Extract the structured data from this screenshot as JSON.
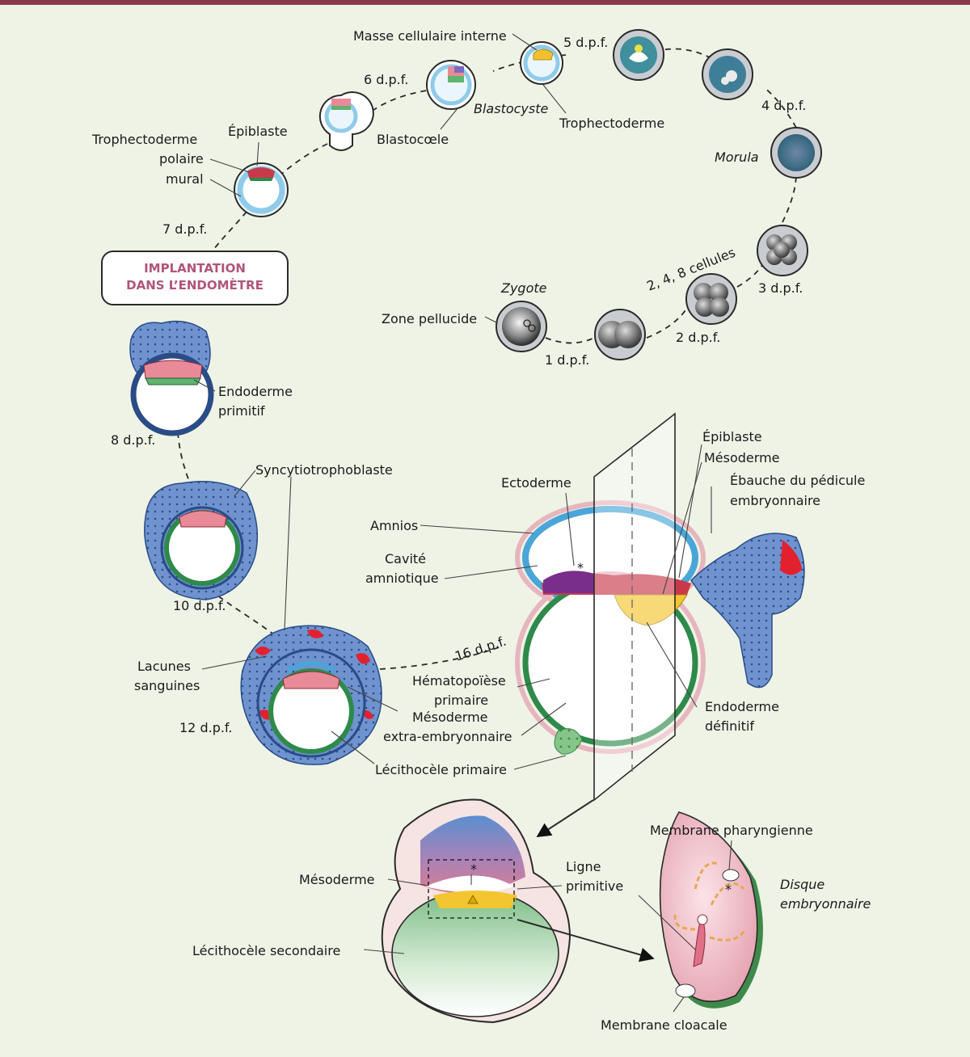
{
  "labels": {
    "masse_cellulaire_interne": "Masse cellulaire interne",
    "d5": "5 d.p.f.",
    "d6": "6 d.p.f.",
    "d4": "4 d.p.f.",
    "d3": "3 d.p.f.",
    "d2": "2 d.p.f.",
    "d1": "1 d.p.f.",
    "d7": "7 d.p.f.",
    "d8": "8 d.p.f.",
    "d10": "10 d.p.f.",
    "d12": "12 d.p.f.",
    "d16": "16 d.p.f.",
    "blastocyste": "Blastocyste",
    "trophectoderme": "Trophectoderme",
    "blastocoele": "Blastocœle",
    "epiblaste_top": "Épiblaste",
    "trophectoderme_l1": "Trophectoderme",
    "polaire": "polaire",
    "mural": "mural",
    "morula": "Morula",
    "cells_248": "2, 4, 8 cellules",
    "zygote": "Zygote",
    "zone_pellucide": "Zone pellucide",
    "implantation_l1": "IMPLANTATION",
    "implantation_l2": "DANS L’ENDOMÈTRE",
    "endoderme_primitif_l1": "Endoderme",
    "endoderme_primitif_l2": "primitif",
    "syncytiotrophoblaste": "Syncytiotrophoblaste",
    "ectoderme": "Ectoderme",
    "amnios": "Amnios",
    "cavite_l1": "Cavité",
    "cavite_l2": "amniotique",
    "lacunes_l1": "Lacunes",
    "lacunes_l2": "sanguines",
    "hemato_l1": "Hématopoïèse",
    "hemato_l2": "primaire",
    "mesoderme_extra_l1": "Mésoderme",
    "mesoderme_extra_l2": "extra-embryonnaire",
    "lecithocele_primaire": "Lécithocèle primaire",
    "epiblaste_right": "Épiblaste",
    "mesoderme_right": "Mésoderme",
    "ebauche_l1": "Ébauche du pédicule",
    "ebauche_l2": "embryonnaire",
    "endoderme_def_l1": "Endoderme",
    "endoderme_def_l2": "définitif",
    "membrane_pharyngienne": "Membrane pharyngienne",
    "disque_l1": "Disque",
    "disque_l2": "embryonnaire",
    "mesoderme_bottom": "Mésoderme",
    "ligne_l1": "Ligne",
    "ligne_l2": "primitive",
    "lecithocele_secondaire": "Lécithocèle secondaire",
    "membrane_cloacale": "Membrane cloacale",
    "asterisk": "*"
  },
  "colors": {
    "background": "#eef3e6",
    "header_bar": "#8a3a4e",
    "trophoblast_blue": "#5b82c3",
    "epiblast_red": "#c83a4a",
    "hypoblast_green": "#2f8a4a",
    "amnion_cyan": "#4aa6d8",
    "mesoderm_yellow": "#f3c530",
    "primitive_streak_purple": "#7a2e8c",
    "lacunae_red": "#e3212e",
    "disc_pink": "#f1c4cc",
    "implantation_text": "#b0557a"
  },
  "icons": [
    "zygote-icon",
    "morula-icon",
    "blastocyst-icon",
    "embryo-icon",
    "embryonic-disc-icon"
  ]
}
